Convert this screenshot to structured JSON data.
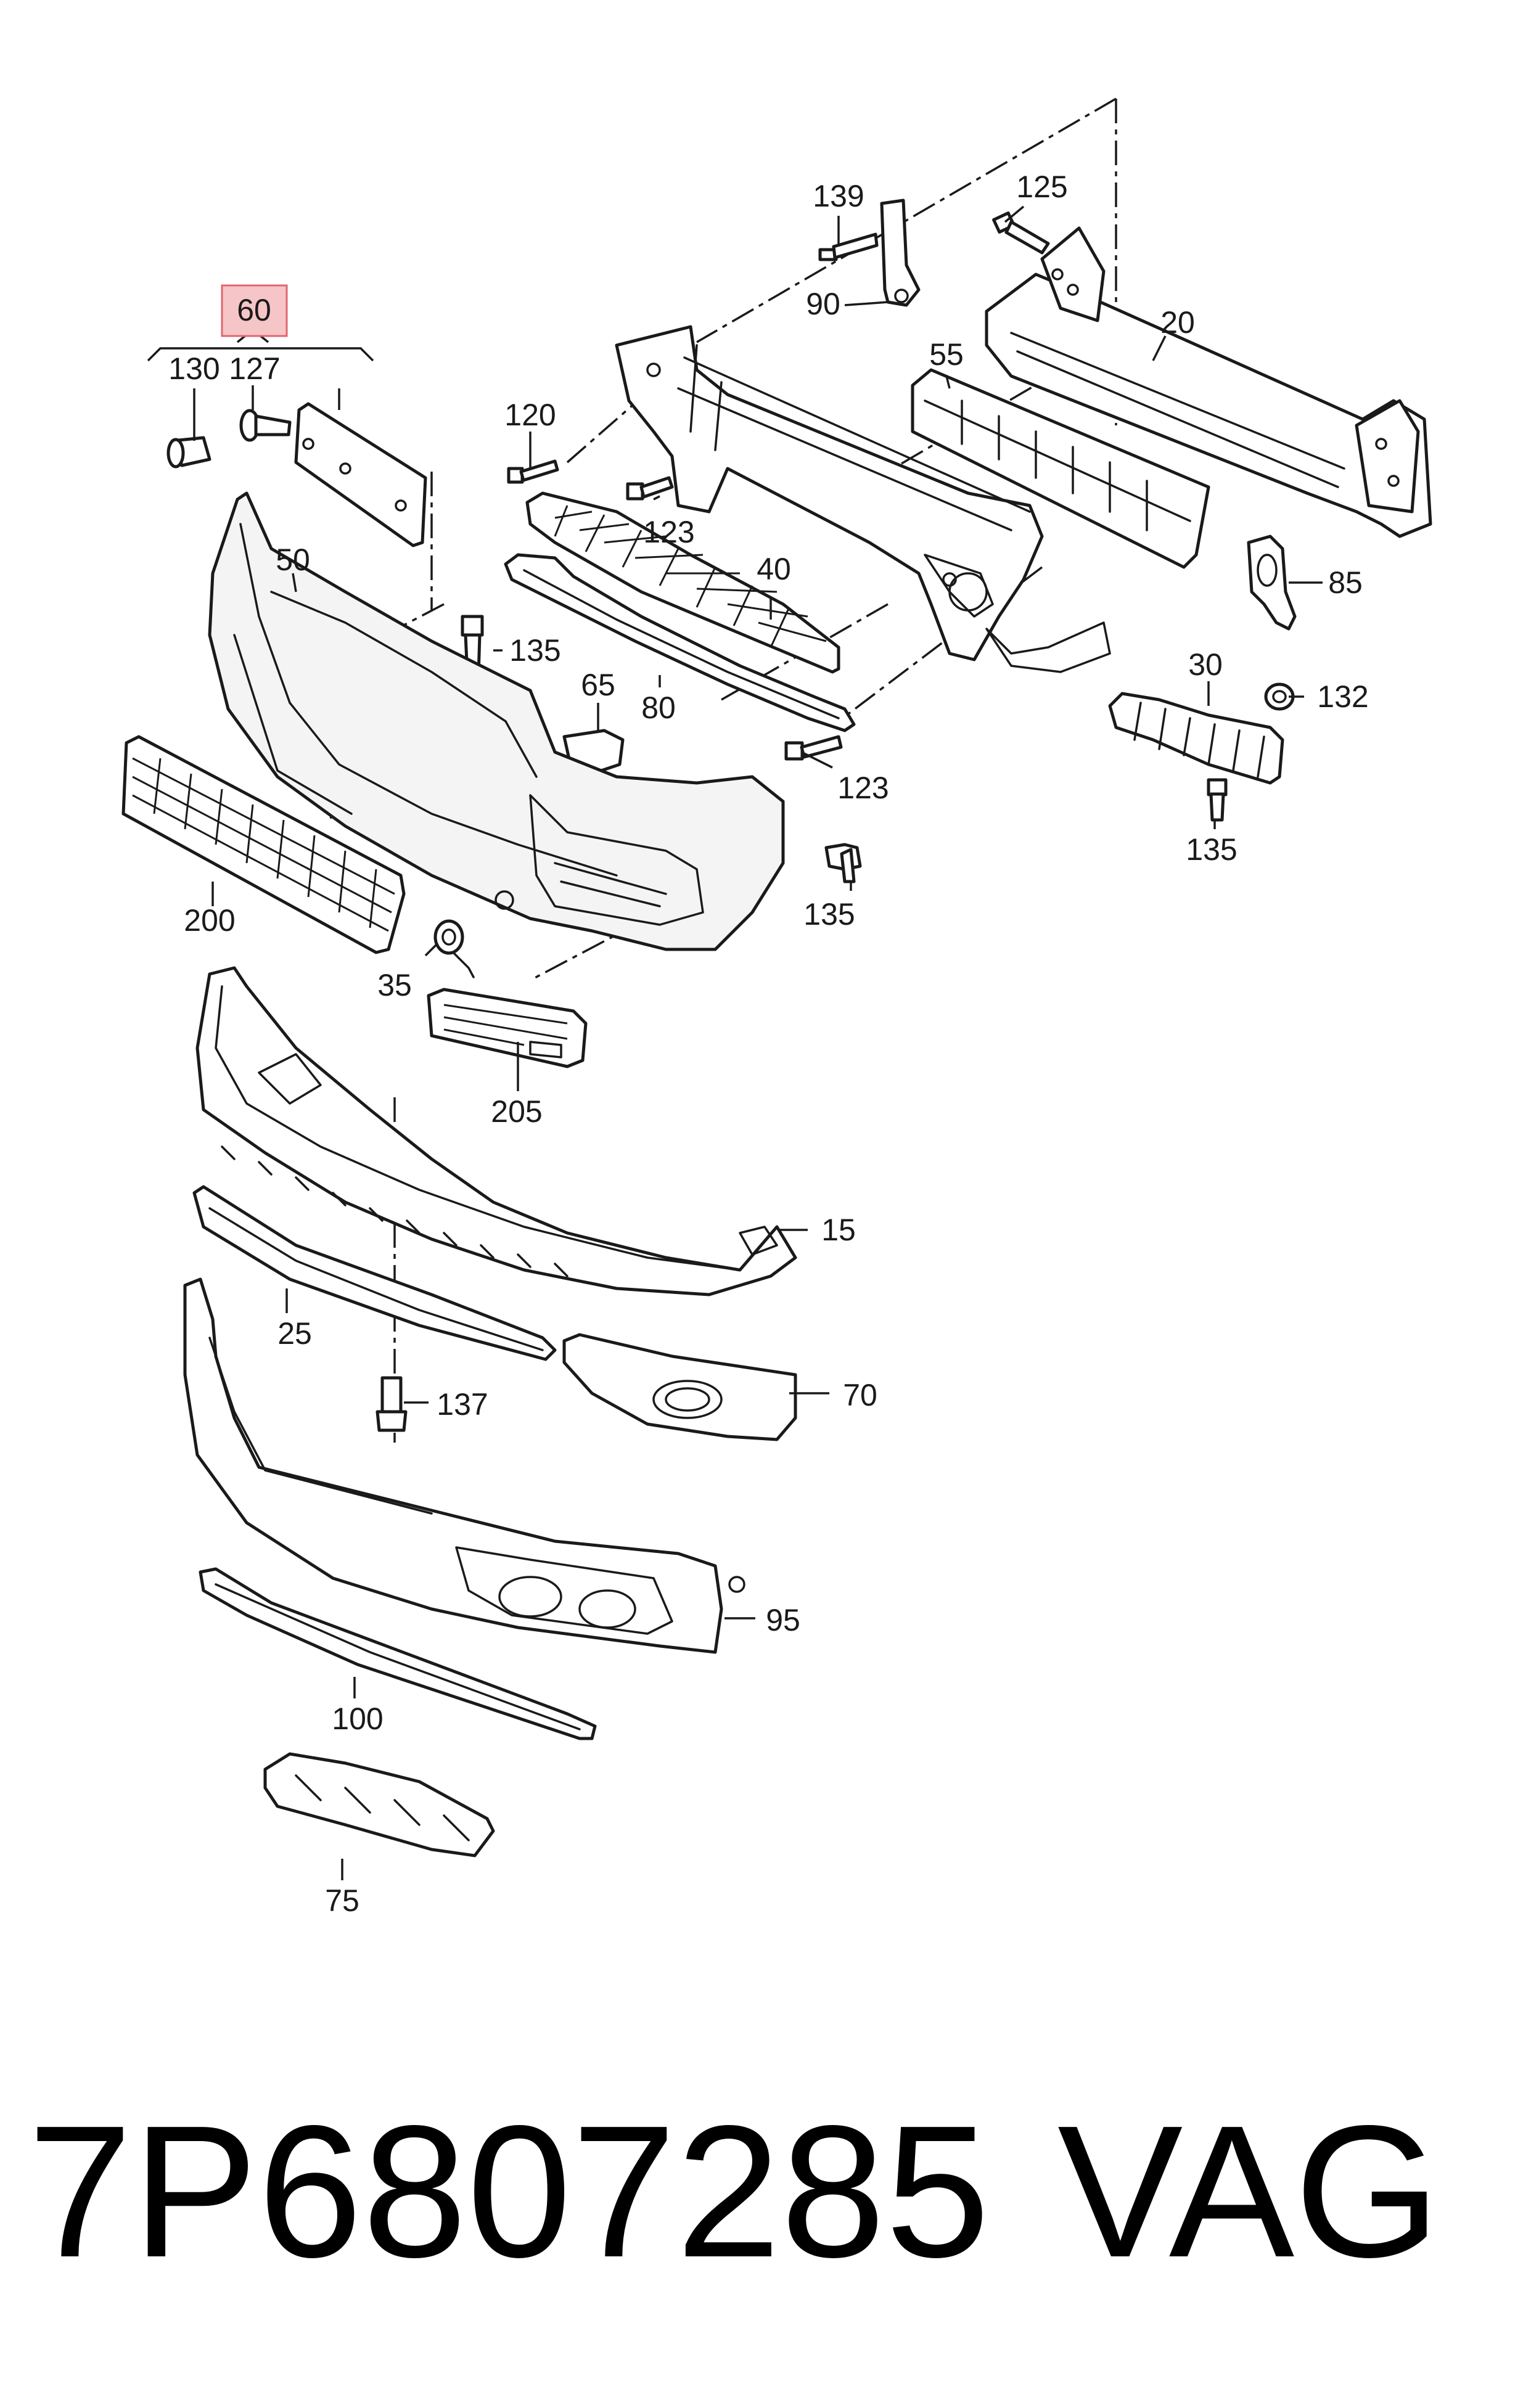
{
  "highlighted_callout": "60",
  "highlight_color": "#f6c5c8",
  "callouts": {
    "c139": "139",
    "c125": "125",
    "c90": "90",
    "c20": "20",
    "c55": "55",
    "c130": "130",
    "c127": "127",
    "c120": "120",
    "c123a": "123",
    "c40": "40",
    "c50": "50",
    "c85": "85",
    "c135a": "135",
    "c65": "65",
    "c30": "30",
    "c132": "132",
    "c80": "80",
    "c123b": "123",
    "c135b": "135",
    "c200": "200",
    "c135c": "135",
    "c35": "35",
    "c205": "205",
    "c15": "15",
    "c25": "25",
    "c137": "137",
    "c70": "70",
    "c95": "95",
    "c100": "100",
    "c75": "75"
  },
  "footer": {
    "part_number": "7P6807285",
    "brand": "VAG"
  }
}
